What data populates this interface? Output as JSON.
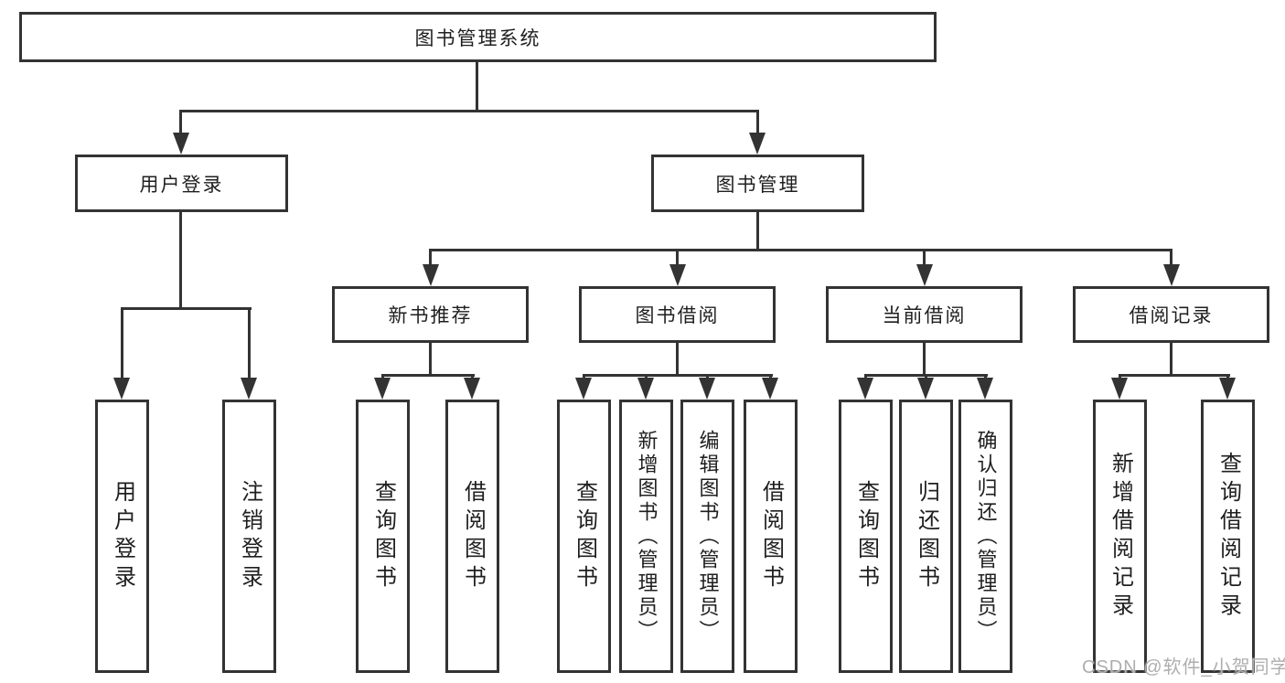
{
  "colors": {
    "line": "#333333",
    "box_bg": "#ffffff",
    "text": "#1f1f1f",
    "watermark": "#aeaeae",
    "page_bg": "#ffffff"
  },
  "diagram": {
    "title": "图书管理系统",
    "children": [
      {
        "label": "用户登录",
        "children": [
          {
            "label": "用户登录"
          },
          {
            "label": "注销登录"
          }
        ]
      },
      {
        "label": "图书管理",
        "children": [
          {
            "label": "新书推荐",
            "children": [
              {
                "label": "查询图书"
              },
              {
                "label": "借阅图书"
              }
            ]
          },
          {
            "label": "图书借阅",
            "children": [
              {
                "label": "查询图书"
              },
              {
                "label": "新增图书（管理员）"
              },
              {
                "label": "编辑图书（管理员）"
              },
              {
                "label": "借阅图书"
              }
            ]
          },
          {
            "label": "当前借阅",
            "children": [
              {
                "label": "查询图书"
              },
              {
                "label": "归还图书"
              },
              {
                "label": "确认归还（管理员）"
              }
            ]
          },
          {
            "label": "借阅记录",
            "children": [
              {
                "label": "新增借阅记录"
              },
              {
                "label": "查询借阅记录"
              }
            ]
          }
        ]
      }
    ]
  },
  "watermark": {
    "text": "CSDN @软件_小贺同学"
  }
}
